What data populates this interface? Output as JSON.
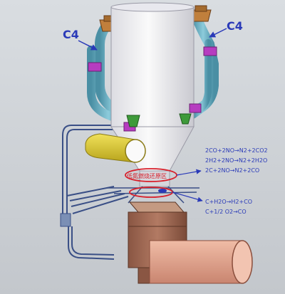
{
  "labels": {
    "c4_left": "C4",
    "c4_right": "C4",
    "zone_label": "低氮燃烧还原区"
  },
  "reactions": [
    "2CO+2NO→N2+2CO2",
    "2H2+2NO→N2+2H2O",
    "2C+2NO→N2+2CO",
    "C+H2O→H2+CO",
    "C+1/2 O2→CO"
  ],
  "colors": {
    "background": "#cfd3d8",
    "vessel": "#f2f2f5",
    "duct": "#6fb1c4",
    "label_blue": "#2a3ab8",
    "red_marker": "#d81f2a",
    "fitting": "#b63cc0",
    "yellow_duct": "#e6d53a",
    "brown_box": "#a06a55",
    "salmon_pipe": "#e3a58c"
  }
}
